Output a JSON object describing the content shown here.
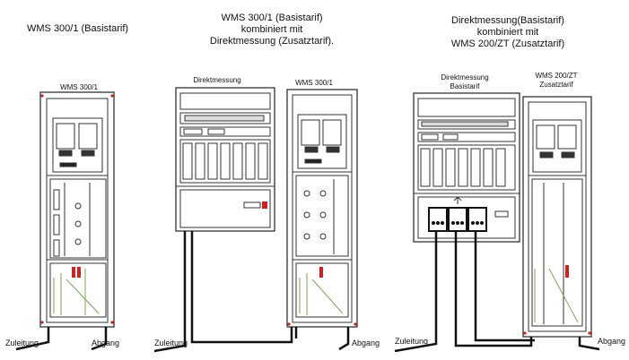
{
  "groups": [
    {
      "title_lines": [
        "WMS 300/1 (Basistarif)"
      ],
      "cabinets": [
        {
          "label_lines": [
            "WMS 300/1"
          ]
        }
      ],
      "wires": {
        "in": "Zuleitung",
        "out": "Abgang"
      }
    },
    {
      "title_lines": [
        "WMS 300/1 (Basistarif)",
        "kombiniert mit",
        "Direktmessung (Zusatztarif)."
      ],
      "cabinets": [
        {
          "label_lines": [
            "Direktmessung"
          ]
        },
        {
          "label_lines": [
            "WMS 300/1"
          ]
        }
      ],
      "wires": {
        "in": "Zuleitung",
        "out": "Abgang"
      }
    },
    {
      "title_lines": [
        "Direktmessung(Basistarif)",
        "kombiniert mit",
        "WMS 200/ZT (Zusatztarif)"
      ],
      "cabinets": [
        {
          "label_lines": [
            "Direktmessung",
            "Basistarif"
          ]
        },
        {
          "label_lines": [
            "WMS 200/ZT",
            "Zusatztarif"
          ]
        }
      ],
      "wires": {
        "in": "Zuleitung",
        "out": "Abgang"
      }
    }
  ],
  "colors": {
    "line": "#333333",
    "cable": "#111111",
    "green": "#7fa35a",
    "red": "#cc2222",
    "blue": "#3a4fb0"
  }
}
